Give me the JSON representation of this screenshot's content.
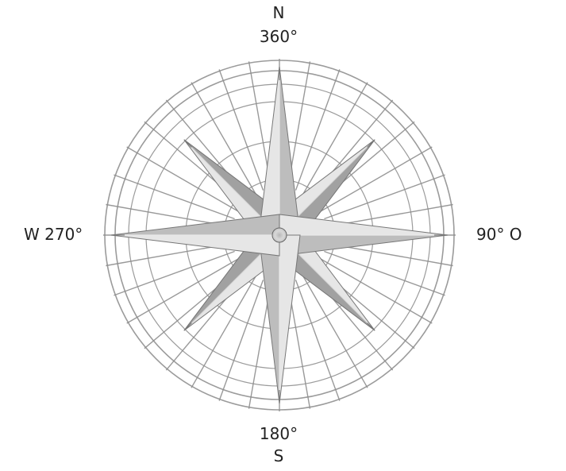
{
  "compass": {
    "north_letter": "N",
    "north_degrees": "360°",
    "south_degrees": "180°",
    "south_letter": "S",
    "west_label": "W 270°",
    "east_label": "90° O"
  },
  "colors": {
    "ring_stroke": "#8a8a8a",
    "ray_stroke": "#8f8f8f",
    "star_light": "#e6e6e6",
    "star_mid": "#bdbdbd",
    "star_dark": "#6e6e6e",
    "text": "#222222"
  }
}
